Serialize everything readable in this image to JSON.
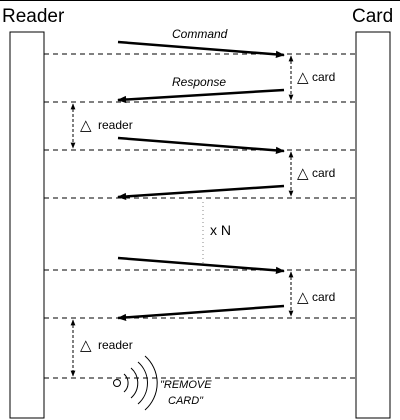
{
  "lanes": {
    "left": "Reader",
    "right": "Card"
  },
  "messages": {
    "command": "Command",
    "response": "Response"
  },
  "delta_symbol": "△",
  "gaps": {
    "card": "card",
    "reader": "reader"
  },
  "repeat_label": "x N",
  "remove_card": {
    "line1": "\"REMOVE",
    "line2": "CARD\""
  }
}
